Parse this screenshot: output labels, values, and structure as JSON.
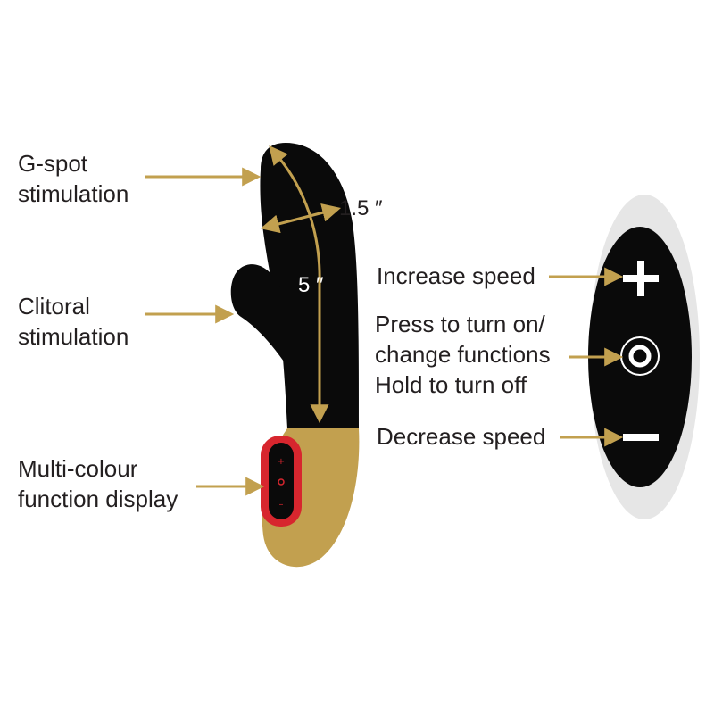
{
  "labels": {
    "gspot": [
      "G-spot",
      "stimulation"
    ],
    "clitoral": [
      "Clitoral",
      "stimulation"
    ],
    "display": [
      "Multi-colour",
      "function display"
    ],
    "increase": "Increase speed",
    "press": [
      "Press to turn on/",
      "change functions",
      "Hold to turn off"
    ],
    "decrease": "Decrease speed"
  },
  "dimensions": {
    "width": "1.5 ″",
    "length": "5 ″"
  },
  "colors": {
    "body": "#0a0a0a",
    "handle": "#c2a04f",
    "accent": "#c2a04f",
    "display_ring": "#d7262e",
    "remote_outer": "#e6e6e6",
    "text": "#231f20"
  },
  "icons": {
    "plus": "plus-icon",
    "power": "power-ring-icon",
    "minus": "minus-icon"
  }
}
